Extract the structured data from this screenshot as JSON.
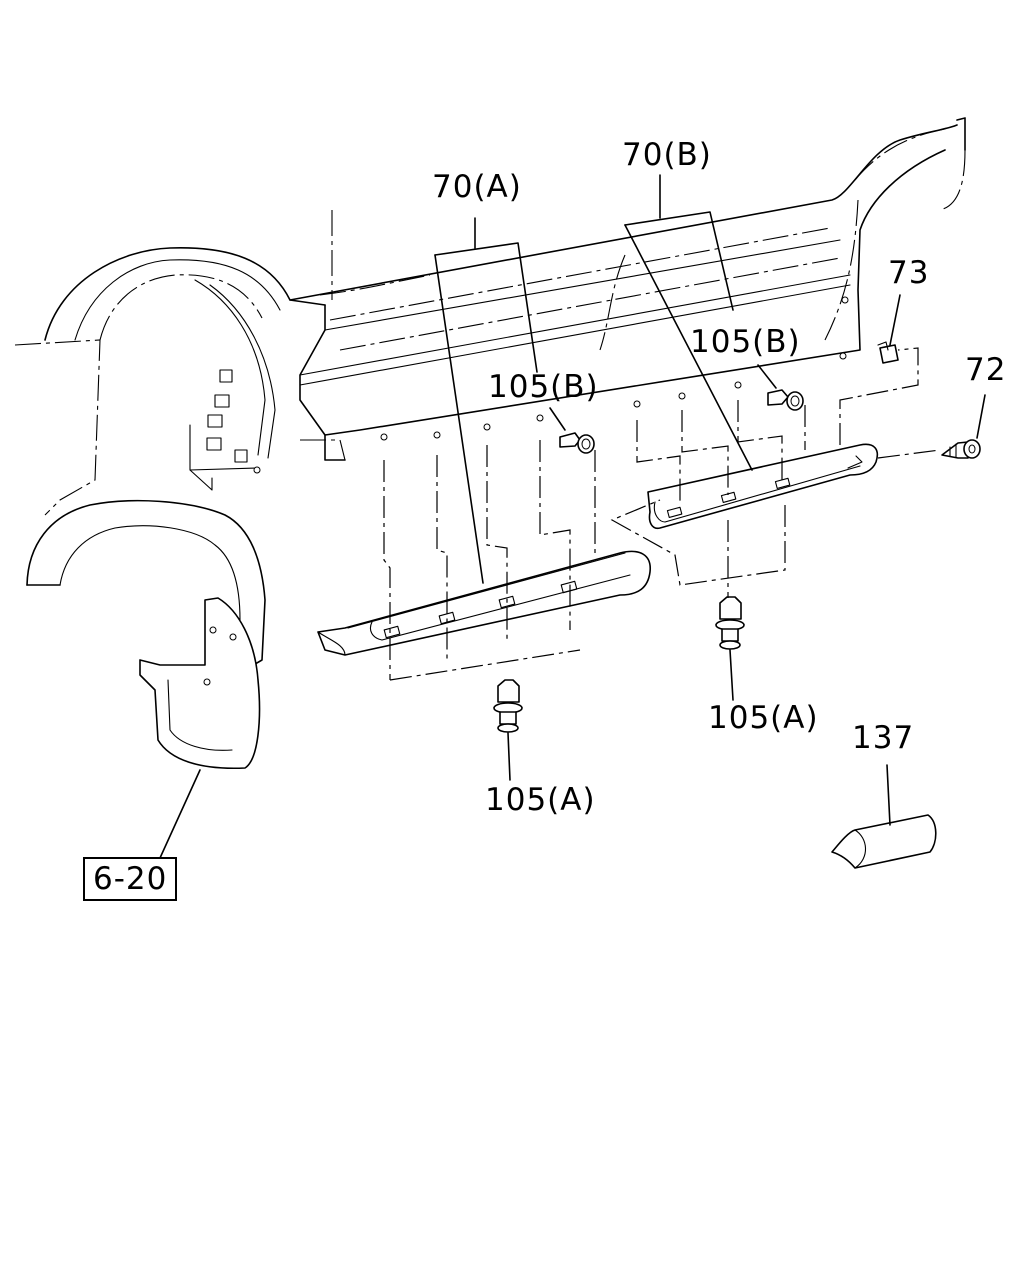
{
  "diagram": {
    "callouts": {
      "part_70a": "70(A)",
      "part_70b": "70(B)",
      "part_73": "73",
      "part_72": "72",
      "part_105b_left": "105(B)",
      "part_105b_right": "105(B)",
      "part_105a_left": "105(A)",
      "part_105a_right": "105(A)",
      "part_137": "137"
    },
    "reference": {
      "label": "6-20"
    }
  }
}
